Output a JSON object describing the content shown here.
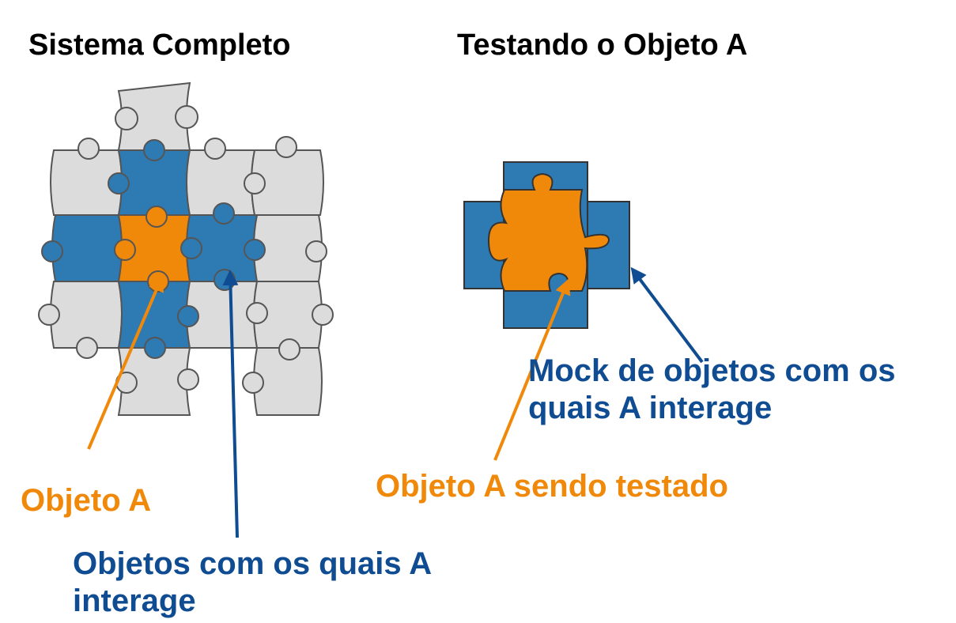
{
  "titles": {
    "left": "Sistema Completo",
    "right": "Testando o Objeto A"
  },
  "labels": {
    "objeto_a": "Objeto A",
    "objetos_interage": "Objetos com os quais A\ninterage",
    "mock": "Mock de objetos com os\nquais A interage",
    "objeto_testado": "Objeto A sendo testado"
  },
  "colors": {
    "orange": "#f0890a",
    "blue": "#2e7bb4",
    "dark_blue": "#0f4c92",
    "gray": "#dcdcdc",
    "stroke": "#555555"
  }
}
